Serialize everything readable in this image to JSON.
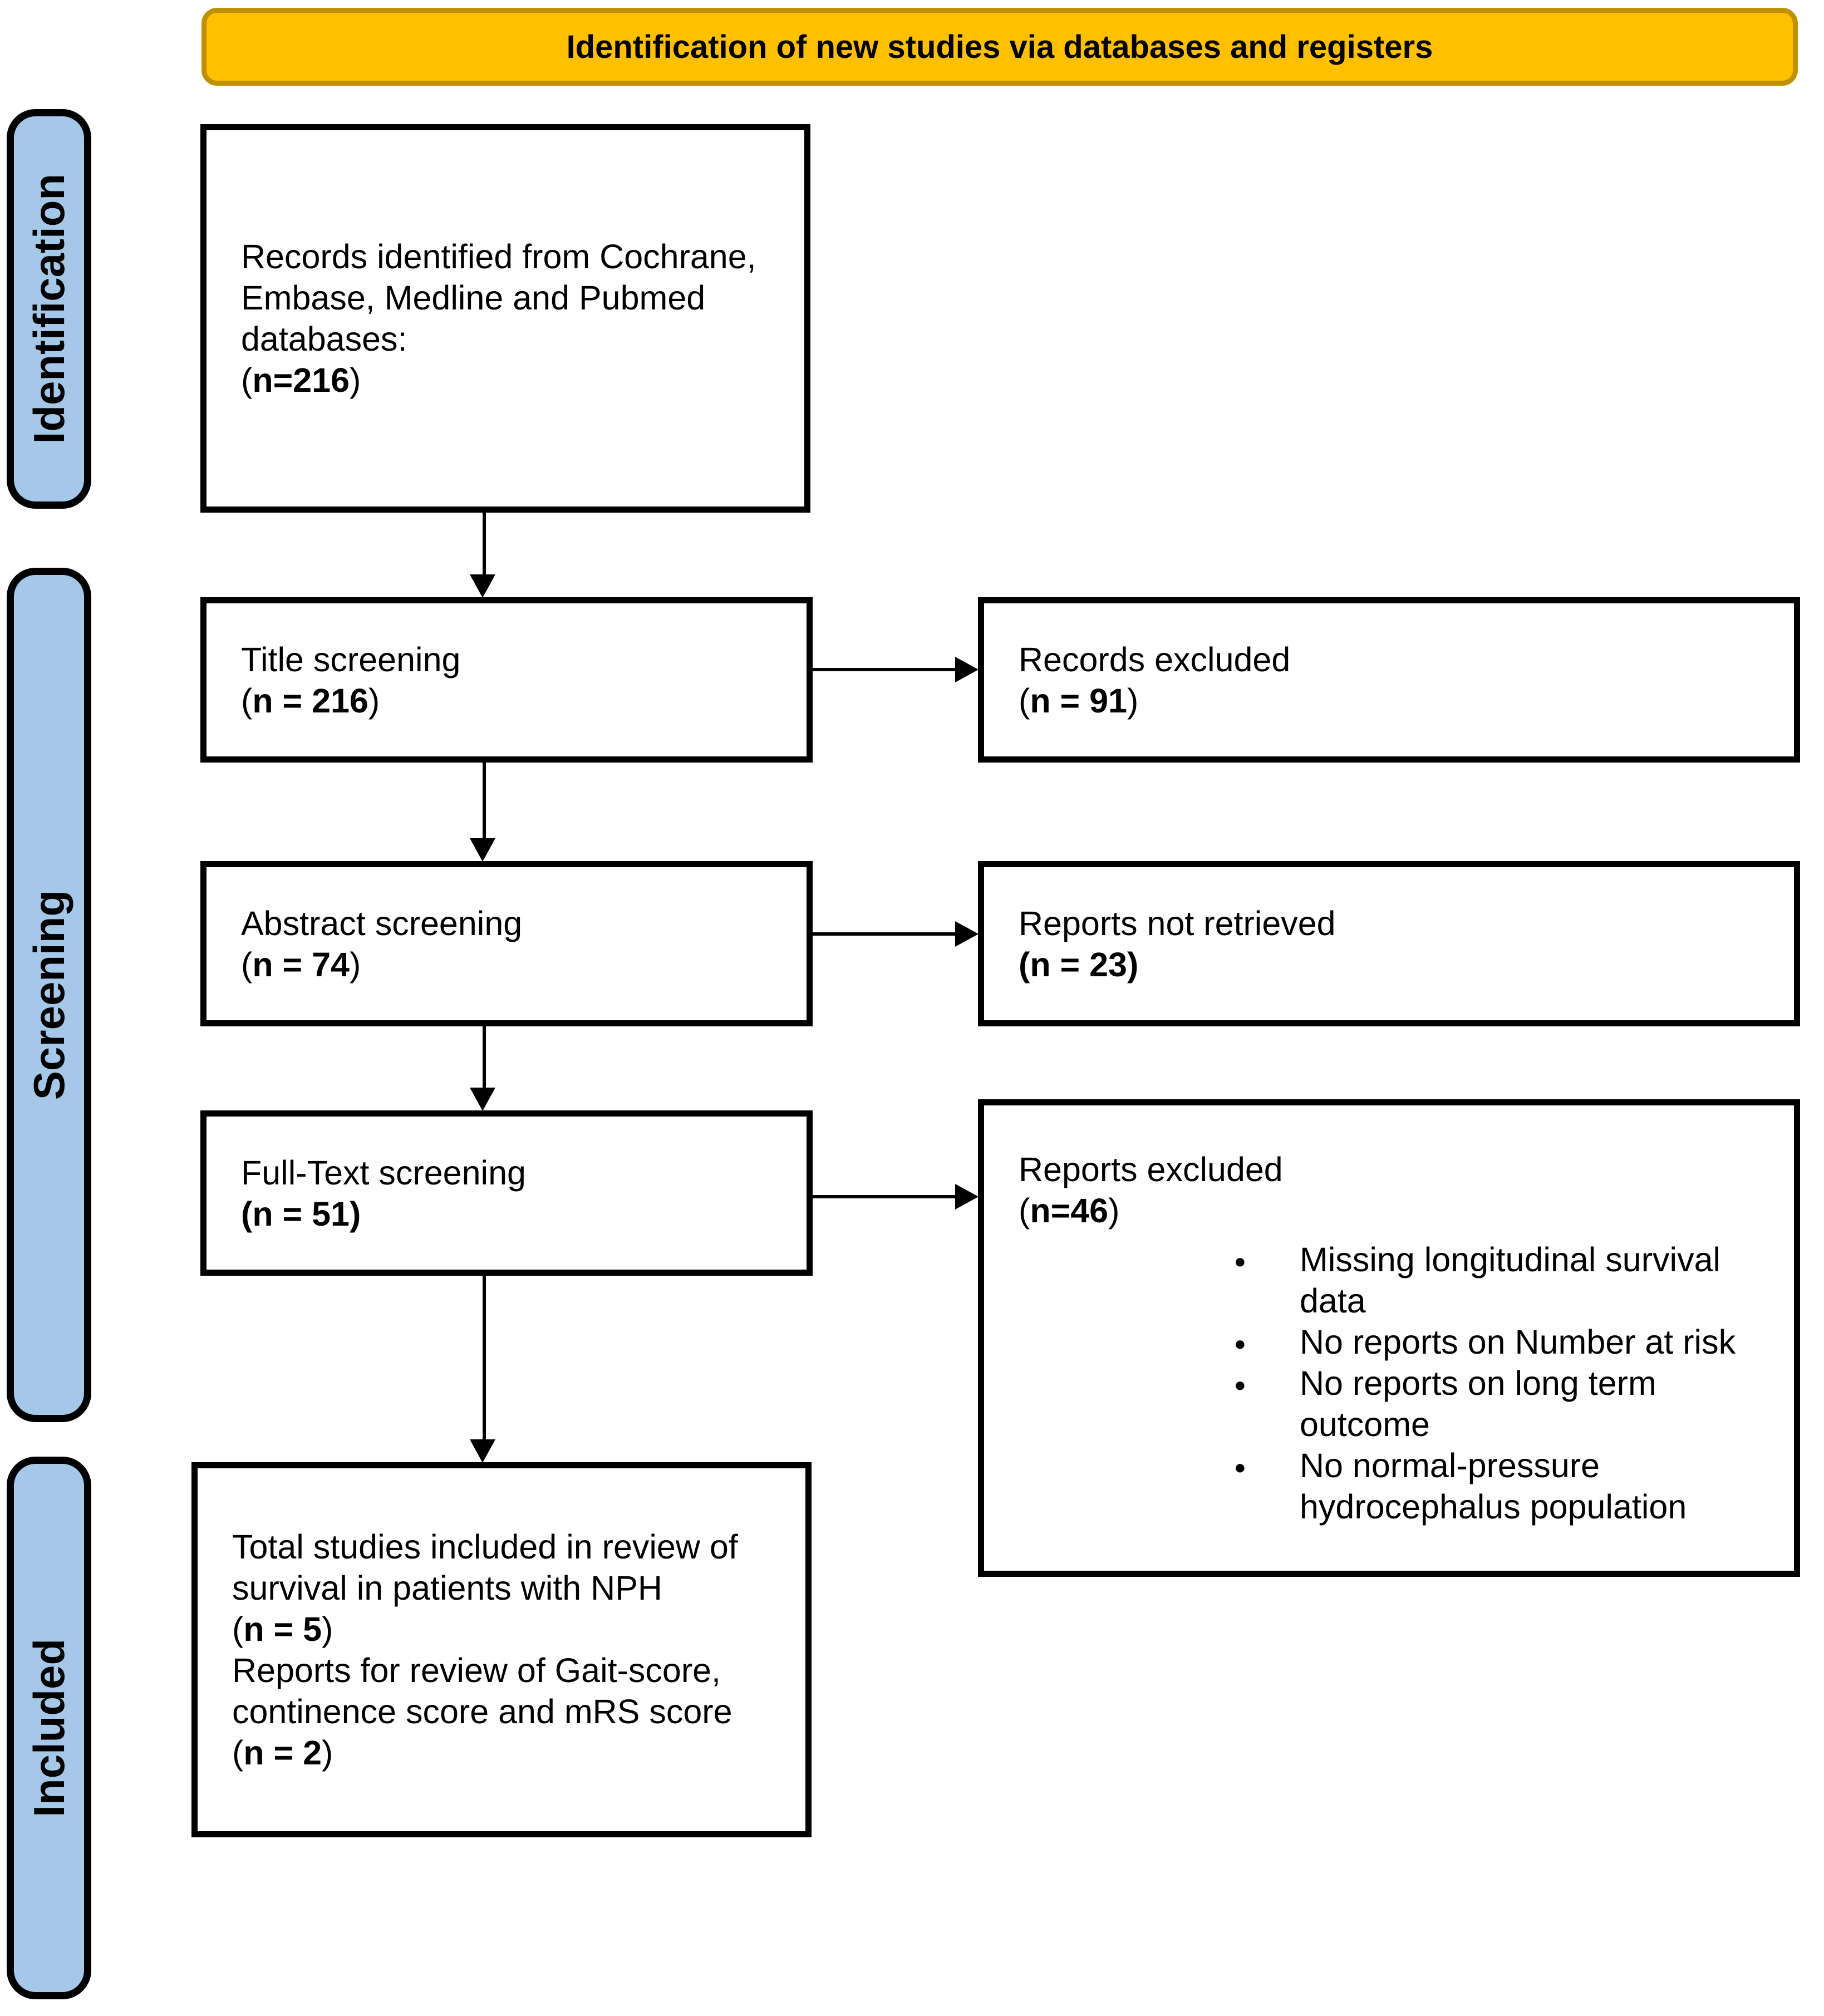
{
  "colors": {
    "banner_bg": "#FFC000",
    "banner_border": "#BF9000",
    "stage_bg": "#A5C8E8",
    "box_border": "#000000"
  },
  "banner": {
    "title": "Identification of new studies via databases and registers"
  },
  "stages": [
    {
      "label": "Identification"
    },
    {
      "label": "Screening"
    },
    {
      "label": "Included"
    }
  ],
  "boxes": {
    "records_identified": {
      "lines": [
        "Records identified from Cochrane,",
        "Embase, Medline and Pubmed",
        "databases:"
      ],
      "n_open": "(",
      "n_value": "n=216",
      "n_close": ")"
    },
    "title_screening": {
      "title": "Title screening",
      "n_open": "(",
      "n_value": "n = 216",
      "n_close": ")"
    },
    "records_excluded": {
      "title": "Records excluded",
      "n_open": "(",
      "n_value": "n = 91",
      "n_close": ")"
    },
    "abstract_screening": {
      "title": "Abstract screening",
      "n_open": "(",
      "n_value": "n = 74",
      "n_close": ")"
    },
    "reports_not_retrieved": {
      "title": "Reports not retrieved",
      "n_open": "",
      "n_value": "(n = 23)",
      "n_close": ""
    },
    "fulltext_screening": {
      "title": "Full-Text screening",
      "n_open": "",
      "n_value": "(n = 51)",
      "n_close": ""
    },
    "reports_excluded": {
      "title": "Reports excluded",
      "n_open": "(",
      "n_value": "n=46",
      "n_close": ")",
      "bullets": [
        "Missing longitudinal survival data",
        "No reports on Number at risk",
        "No reports on long term outcome",
        "No normal-pressure hydrocephalus population"
      ]
    },
    "included": {
      "entries": [
        {
          "lines": [
            "Total studies included in review of",
            "survival in patients with NPH"
          ],
          "n_open": "(",
          "n_value": "n = 5",
          "n_close": ")"
        },
        {
          "lines": [
            "Reports for review of Gait-score,",
            "continence score and mRS score"
          ],
          "n_open": "(",
          "n_value": "n = 2",
          "n_close": ")"
        }
      ]
    }
  }
}
